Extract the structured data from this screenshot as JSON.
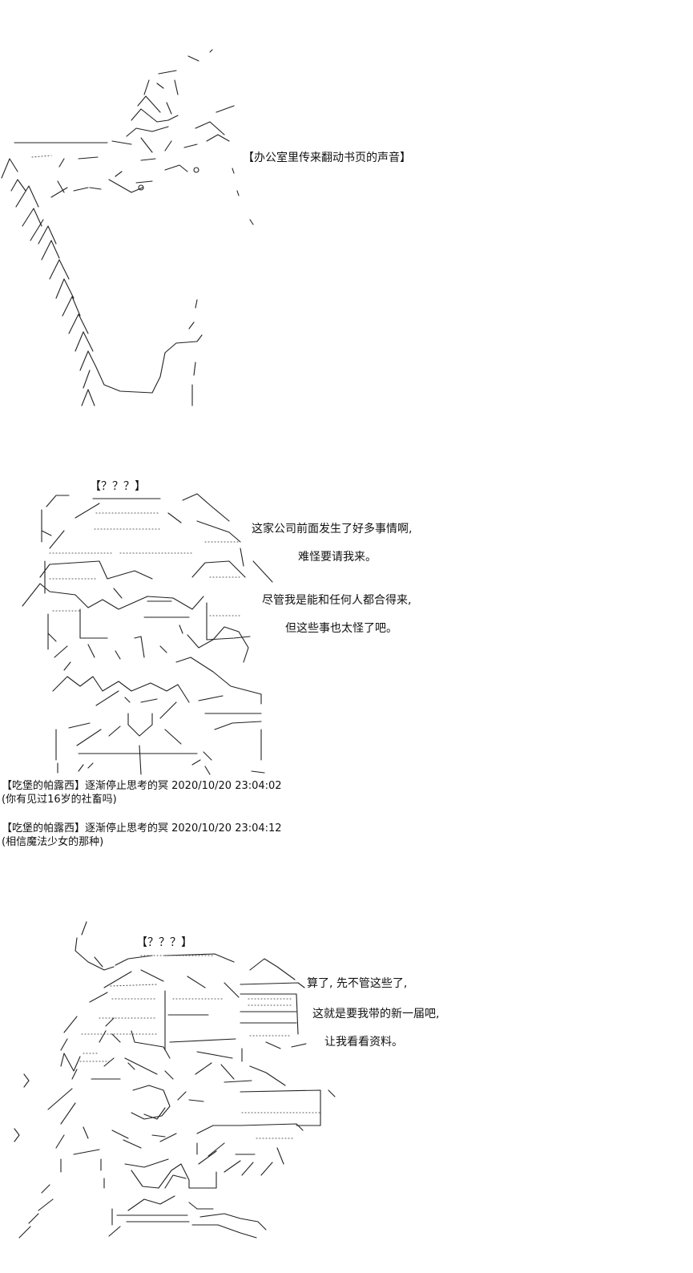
{
  "panel1": {
    "sfx": "【办公室里传来翻动书页的声音】"
  },
  "panel2": {
    "speaker": "【？？？】",
    "lines": [
      "这家公司前面发生了好多事情啊,",
      "难怪要请我来。",
      "尽管我是能和任何人都合得来,",
      "但这些事也太怪了吧。"
    ]
  },
  "comments": [
    {
      "header": "【吃堡的帕露西】逐渐停止思考的冥 2020/10/20 23:04:02",
      "body": "(你有见过16岁的社畜吗)"
    },
    {
      "header": "【吃堡的帕露西】逐渐停止思考的冥 2020/10/20 23:04:12",
      "body": "(相信魔法少女的那种)"
    }
  ],
  "panel3": {
    "speaker": "【？？？】",
    "lines": [
      "算了, 先不管这些了,",
      "这就是要我带的新一届吧,",
      "让我看看资料。"
    ]
  },
  "colors": {
    "ink": "#111111",
    "background": "#ffffff"
  }
}
